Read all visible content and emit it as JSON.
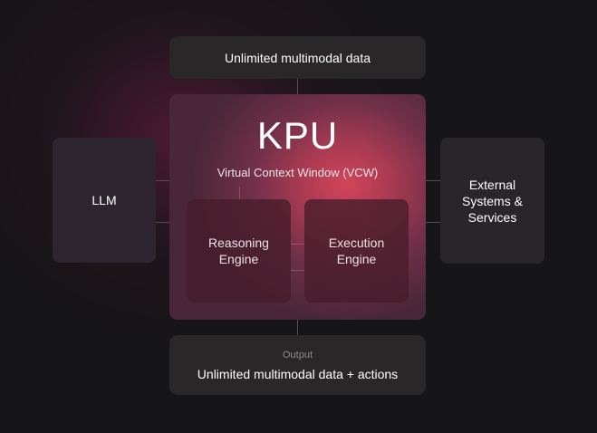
{
  "diagram": {
    "top_box": {
      "text": "Unlimited multimodal data"
    },
    "kpu": {
      "title": "KPU",
      "subtitle": "Virtual Context Window (VCW)",
      "reasoning_line1": "Reasoning",
      "reasoning_line2": "Engine",
      "execution_line1": "Execution",
      "execution_line2": "Engine"
    },
    "llm_box": {
      "text": "LLM"
    },
    "external_box": {
      "line1": "External",
      "line2": "Systems &",
      "line3": "Services"
    },
    "output_box": {
      "label": "Output",
      "text": "Unlimited multimodal data + actions"
    }
  },
  "colors": {
    "background": "#161517",
    "box": "#2a2729",
    "kpu_highlight": "#d2455a",
    "engine": "#461c2a",
    "muted_text": "#8c8a8c"
  }
}
